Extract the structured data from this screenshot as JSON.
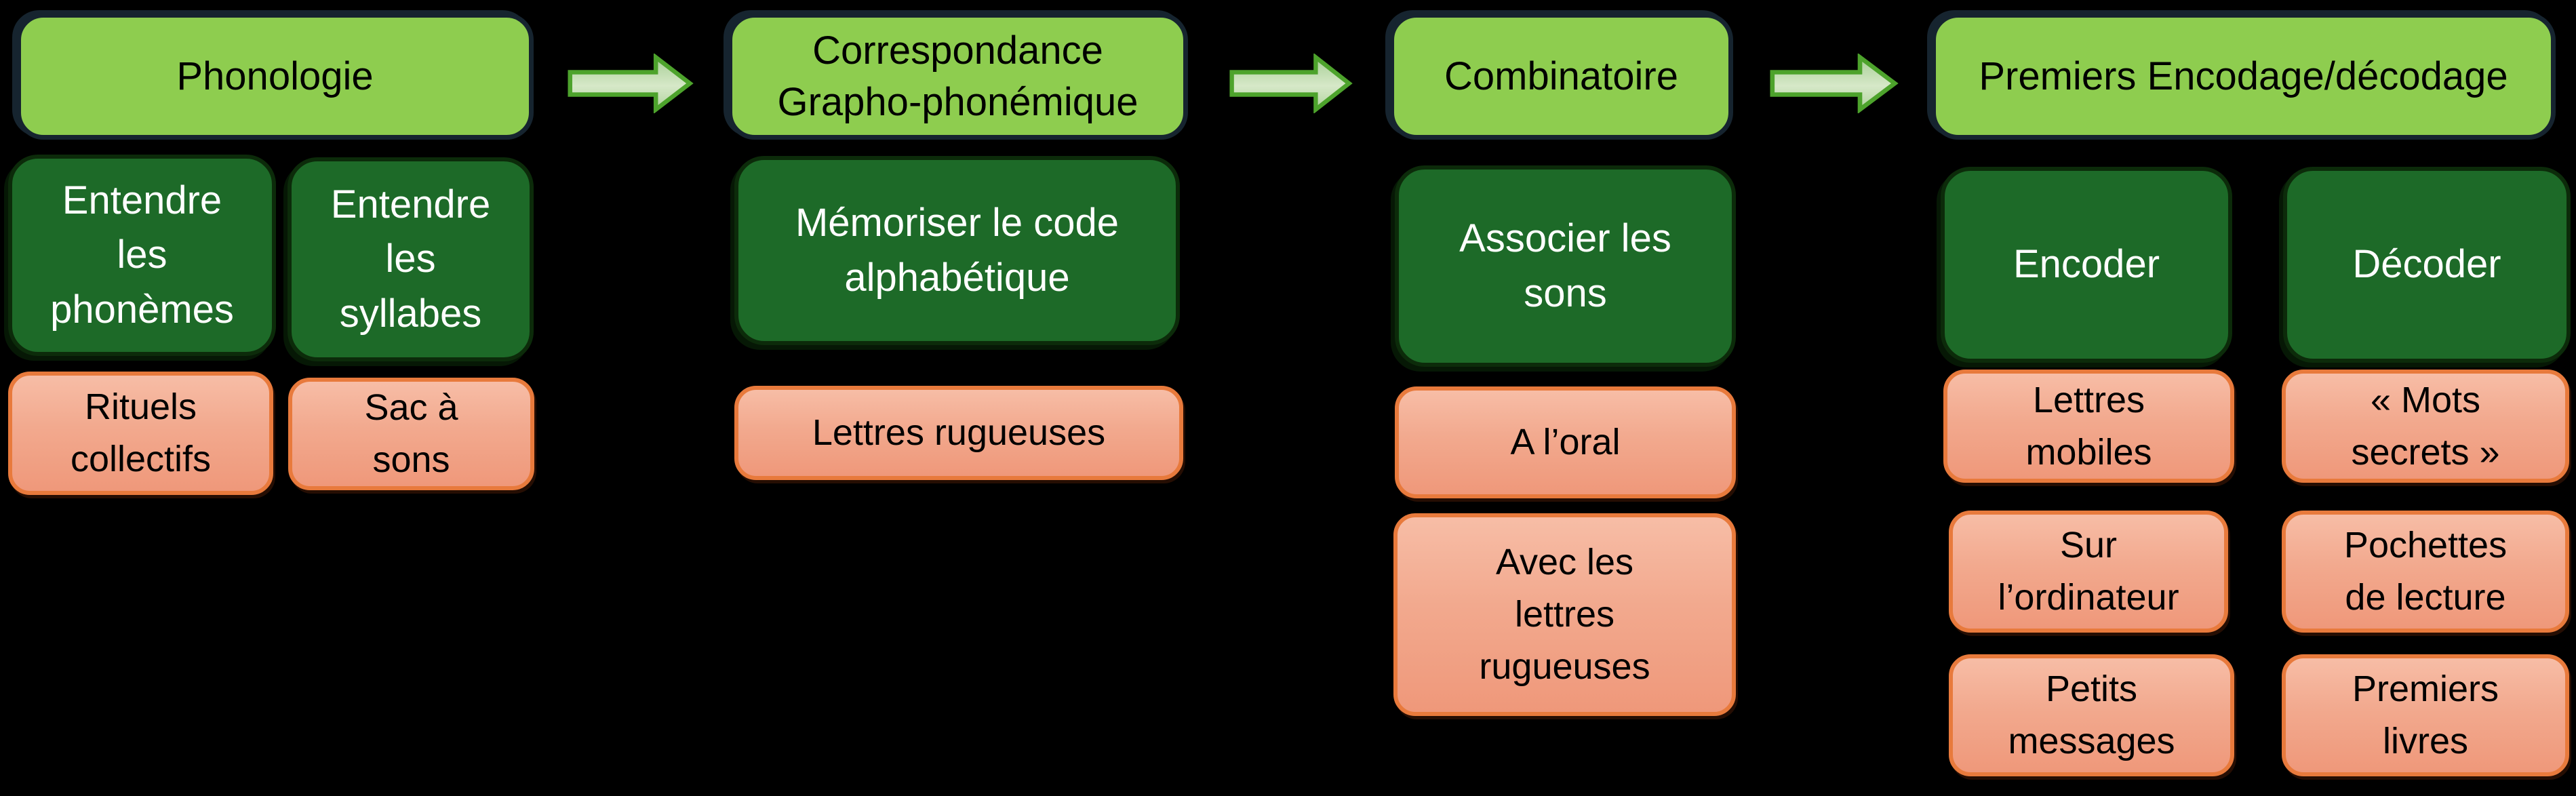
{
  "diagram": {
    "background": "#000000",
    "flow_direction": "left-to-right",
    "colors": {
      "header_fill": "#8ecd4f",
      "header_border": "#16242f",
      "step_fill": "#1d6a28",
      "step_border": "#0c2b0a",
      "step_text": "#ffffff",
      "activity_fill_top": "#f7bda6",
      "activity_fill_bottom": "#ef987a",
      "activity_border": "#e87a3c",
      "activity_text": "#000000",
      "arrow_fill": "#d6e8c8",
      "arrow_border": "#4da32c"
    },
    "columns": [
      {
        "header": "Phonologie",
        "steps": [
          "Entendre\nles\nphonèmes",
          "Entendre\nles\nsyllabes"
        ],
        "activities": [
          "Rituels\ncollectifs",
          "Sac à\nsons"
        ]
      },
      {
        "header": "Correspondance\nGrapho-phonémique",
        "steps": [
          "Mémoriser le code\nalphabétique"
        ],
        "activities": [
          "Lettres rugueuses"
        ]
      },
      {
        "header": "Combinatoire",
        "steps": [
          "Associer les\nsons"
        ],
        "activities": [
          "A l’oral",
          "Avec les\nlettres\nrugueuses"
        ]
      },
      {
        "header": "Premiers Encodage/décodage",
        "steps": [
          "Encoder",
          "Décoder"
        ],
        "activities": [
          "Lettres\nmobiles",
          "« Mots\nsecrets »",
          "Sur\nl’ordinateur",
          "Pochettes\nde lecture",
          "Petits\nmessages",
          "Premiers\nlivres"
        ]
      }
    ],
    "arrows": [
      {
        "from": "Phonologie",
        "to": "Correspondance Grapho-phonémique"
      },
      {
        "from": "Correspondance Grapho-phonémique",
        "to": "Combinatoire"
      },
      {
        "from": "Combinatoire",
        "to": "Premiers Encodage/décodage"
      }
    ]
  }
}
